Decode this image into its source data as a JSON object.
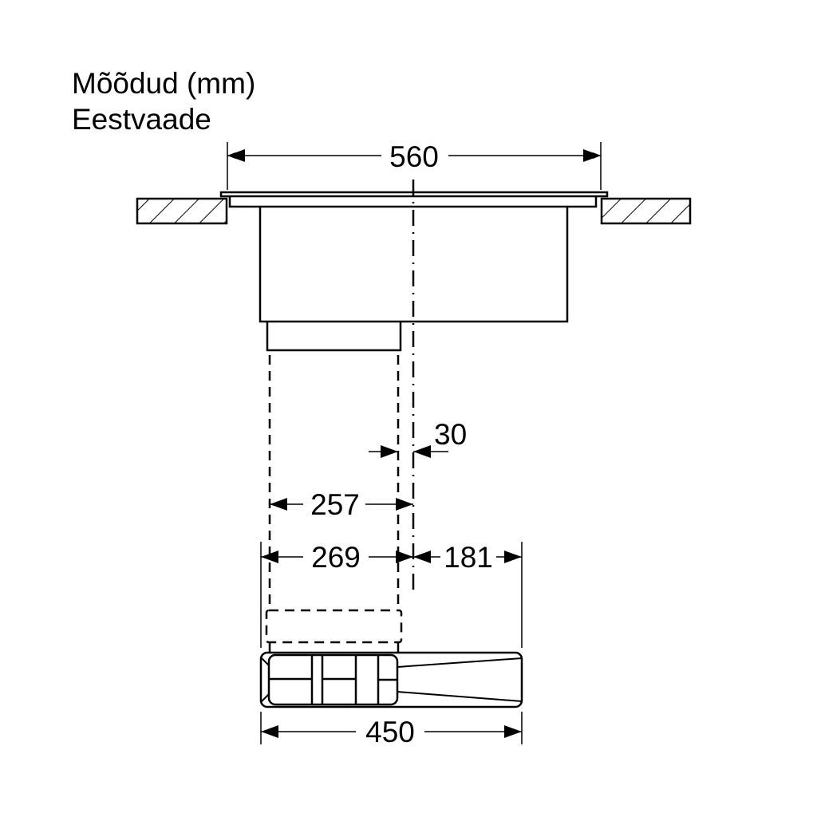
{
  "header": {
    "title": "Mõõdud (mm)",
    "subtitle": "Eestvaade"
  },
  "dimensions": {
    "cooktop_width": "560",
    "centerline_offset": "30",
    "duct_to_center": "257",
    "left_to_center": "269",
    "center_to_right": "181",
    "fan_unit_width": "450"
  },
  "colors": {
    "line": "#000000",
    "background": "#ffffff"
  }
}
